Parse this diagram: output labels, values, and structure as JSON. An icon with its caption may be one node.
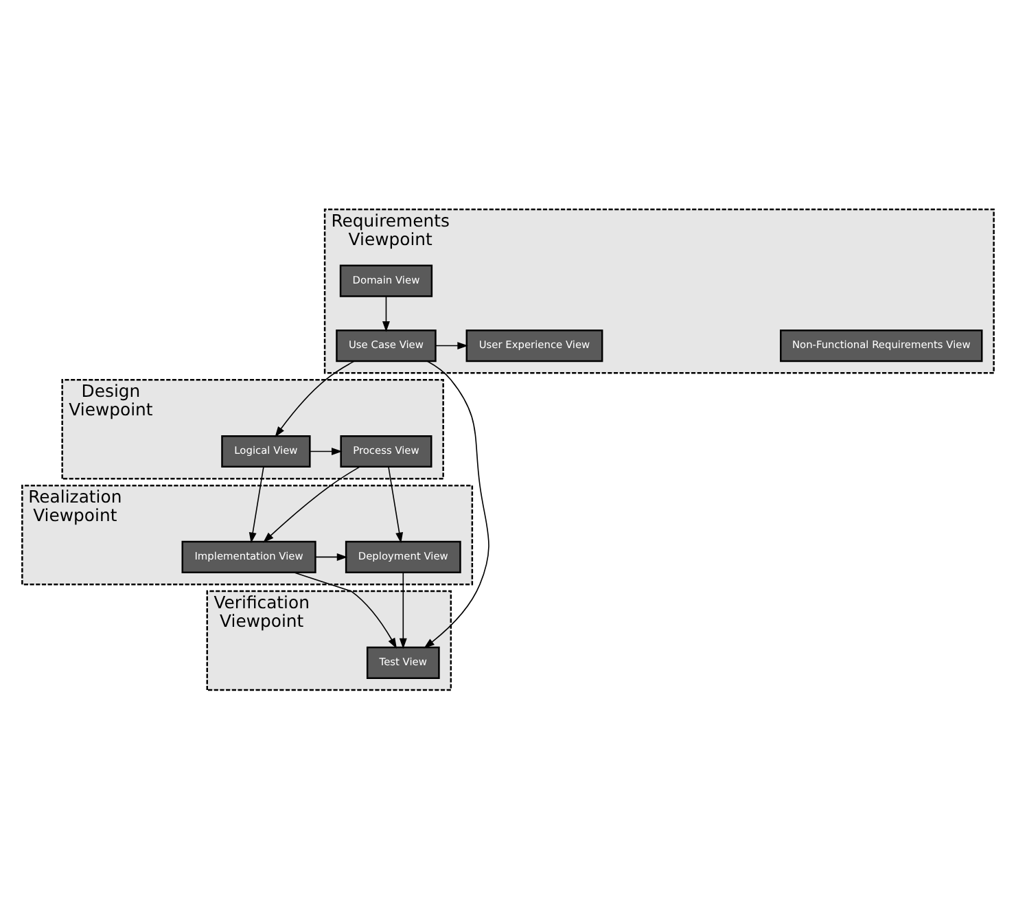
{
  "diagram": {
    "nodes": [
      {
        "text": [
          "Requirements Viewpoint"
        ]
      },
      {
        "text": [
          "Domain View"
        ],
        "in": 0
      },
      {
        "text": [
          "Non-Functional Requirements View"
        ],
        "in": 0
      },
      {
        "text": [
          "Use Case View"
        ],
        "in": 0
      },
      {
        "text": [
          "User Experience View"
        ],
        "in": 0
      },
      {
        "text": [
          "Design Viewpoint"
        ]
      },
      {
        "text": [
          "Logical View"
        ],
        "in": 5
      },
      {
        "text": [
          "Process View"
        ],
        "in": 5
      },
      {
        "text": [
          "Realization Viewpoint"
        ]
      },
      {
        "text": [
          "Implementation View"
        ],
        "in": 8
      },
      {
        "text": [
          "Deployment View"
        ],
        "in": 8
      },
      {
        "text": [
          "Verification Viewpoint"
        ]
      },
      {
        "text": [
          "Test View"
        ],
        "in": 11
      }
    ],
    "edges": [
      {
        "from": 1,
        "to": 3,
        "arrow": "to"
      },
      {
        "from": 3,
        "to": 4,
        "arrow": "to"
      },
      {
        "from": 3,
        "to": 6,
        "arrow": "to"
      },
      {
        "from": 3,
        "to": 12,
        "arrow": "to"
      },
      {
        "from": 6,
        "to": 7,
        "arrow": "to"
      },
      {
        "from": 6,
        "to": 9,
        "arrow": "to"
      },
      {
        "from": 7,
        "to": 9,
        "arrow": "to"
      },
      {
        "from": 7,
        "to": 10,
        "arrow": "to"
      },
      {
        "from": 9,
        "to": 10,
        "arrow": "to"
      },
      {
        "from": 9,
        "to": 12,
        "arrow": "to"
      },
      {
        "from": 10,
        "to": 12,
        "arrow": "to"
      }
    ]
  }
}
